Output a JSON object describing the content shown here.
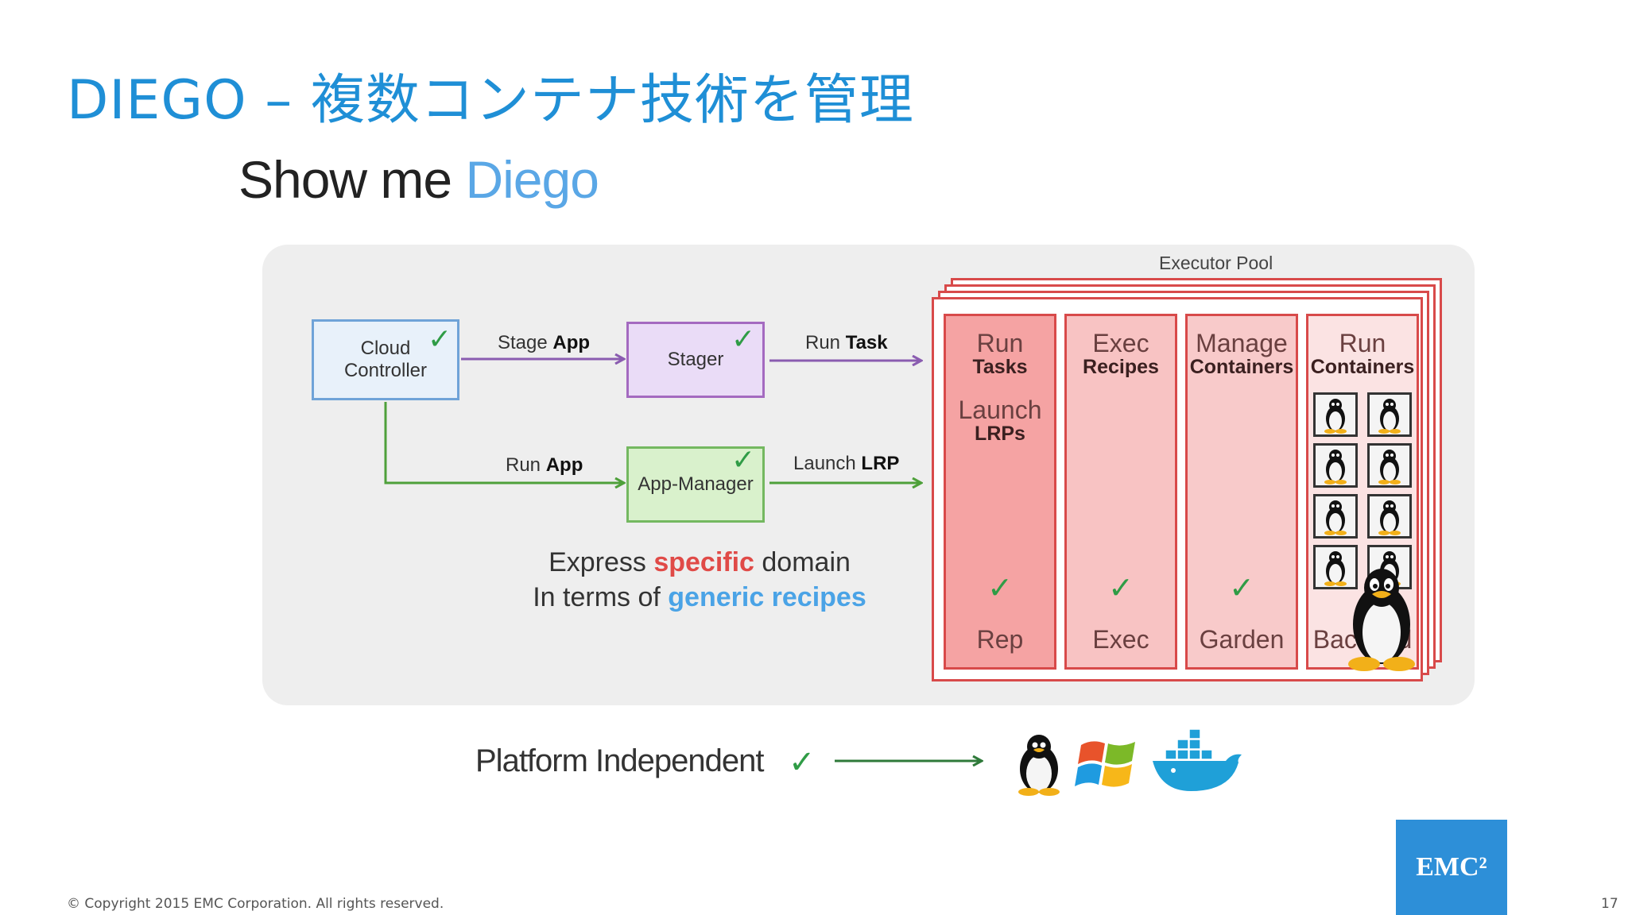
{
  "slide": {
    "title": "DIEGO – 複数コンテナ技術を管理",
    "copyright": "© Copyright 2015 EMC Corporation. All rights reserved.",
    "page_number": "17",
    "logo_text": "EMC²"
  },
  "diagram": {
    "heading_prefix": "Show me ",
    "heading_highlight": "Diego",
    "boxes": {
      "cloud_controller": [
        "Cloud",
        "Controller"
      ],
      "stager": "Stager",
      "app_manager": "App-Manager"
    },
    "arrows": {
      "stage_app": [
        "Stage ",
        "App"
      ],
      "run_task": [
        "Run ",
        "Task"
      ],
      "run_app": [
        "Run ",
        "App"
      ],
      "launch_lrp": [
        "Launch ",
        "LRP"
      ]
    },
    "tagline": {
      "line1_a": "Express ",
      "line1_b": "specific",
      "line1_c": " domain",
      "line2_a": "In terms of ",
      "line2_b": "generic recipes"
    },
    "pool_label": "Executor Pool",
    "columns": [
      {
        "t1": "Run",
        "t2": "Tasks",
        "t3": "Launch",
        "t4": "LRPs",
        "footer": "Rep"
      },
      {
        "t1": "Exec",
        "t2": "Recipes",
        "footer": "Exec"
      },
      {
        "t1": "Manage",
        "t2": "Containers",
        "footer": "Garden"
      },
      {
        "t1": "Run",
        "t2": "Containers",
        "footer": "Backend"
      }
    ],
    "check_mark": "✓",
    "platform_label": "Platform Independent",
    "platform_icons": [
      "linux-tux-icon",
      "windows-logo-icon",
      "docker-whale-icon"
    ]
  }
}
